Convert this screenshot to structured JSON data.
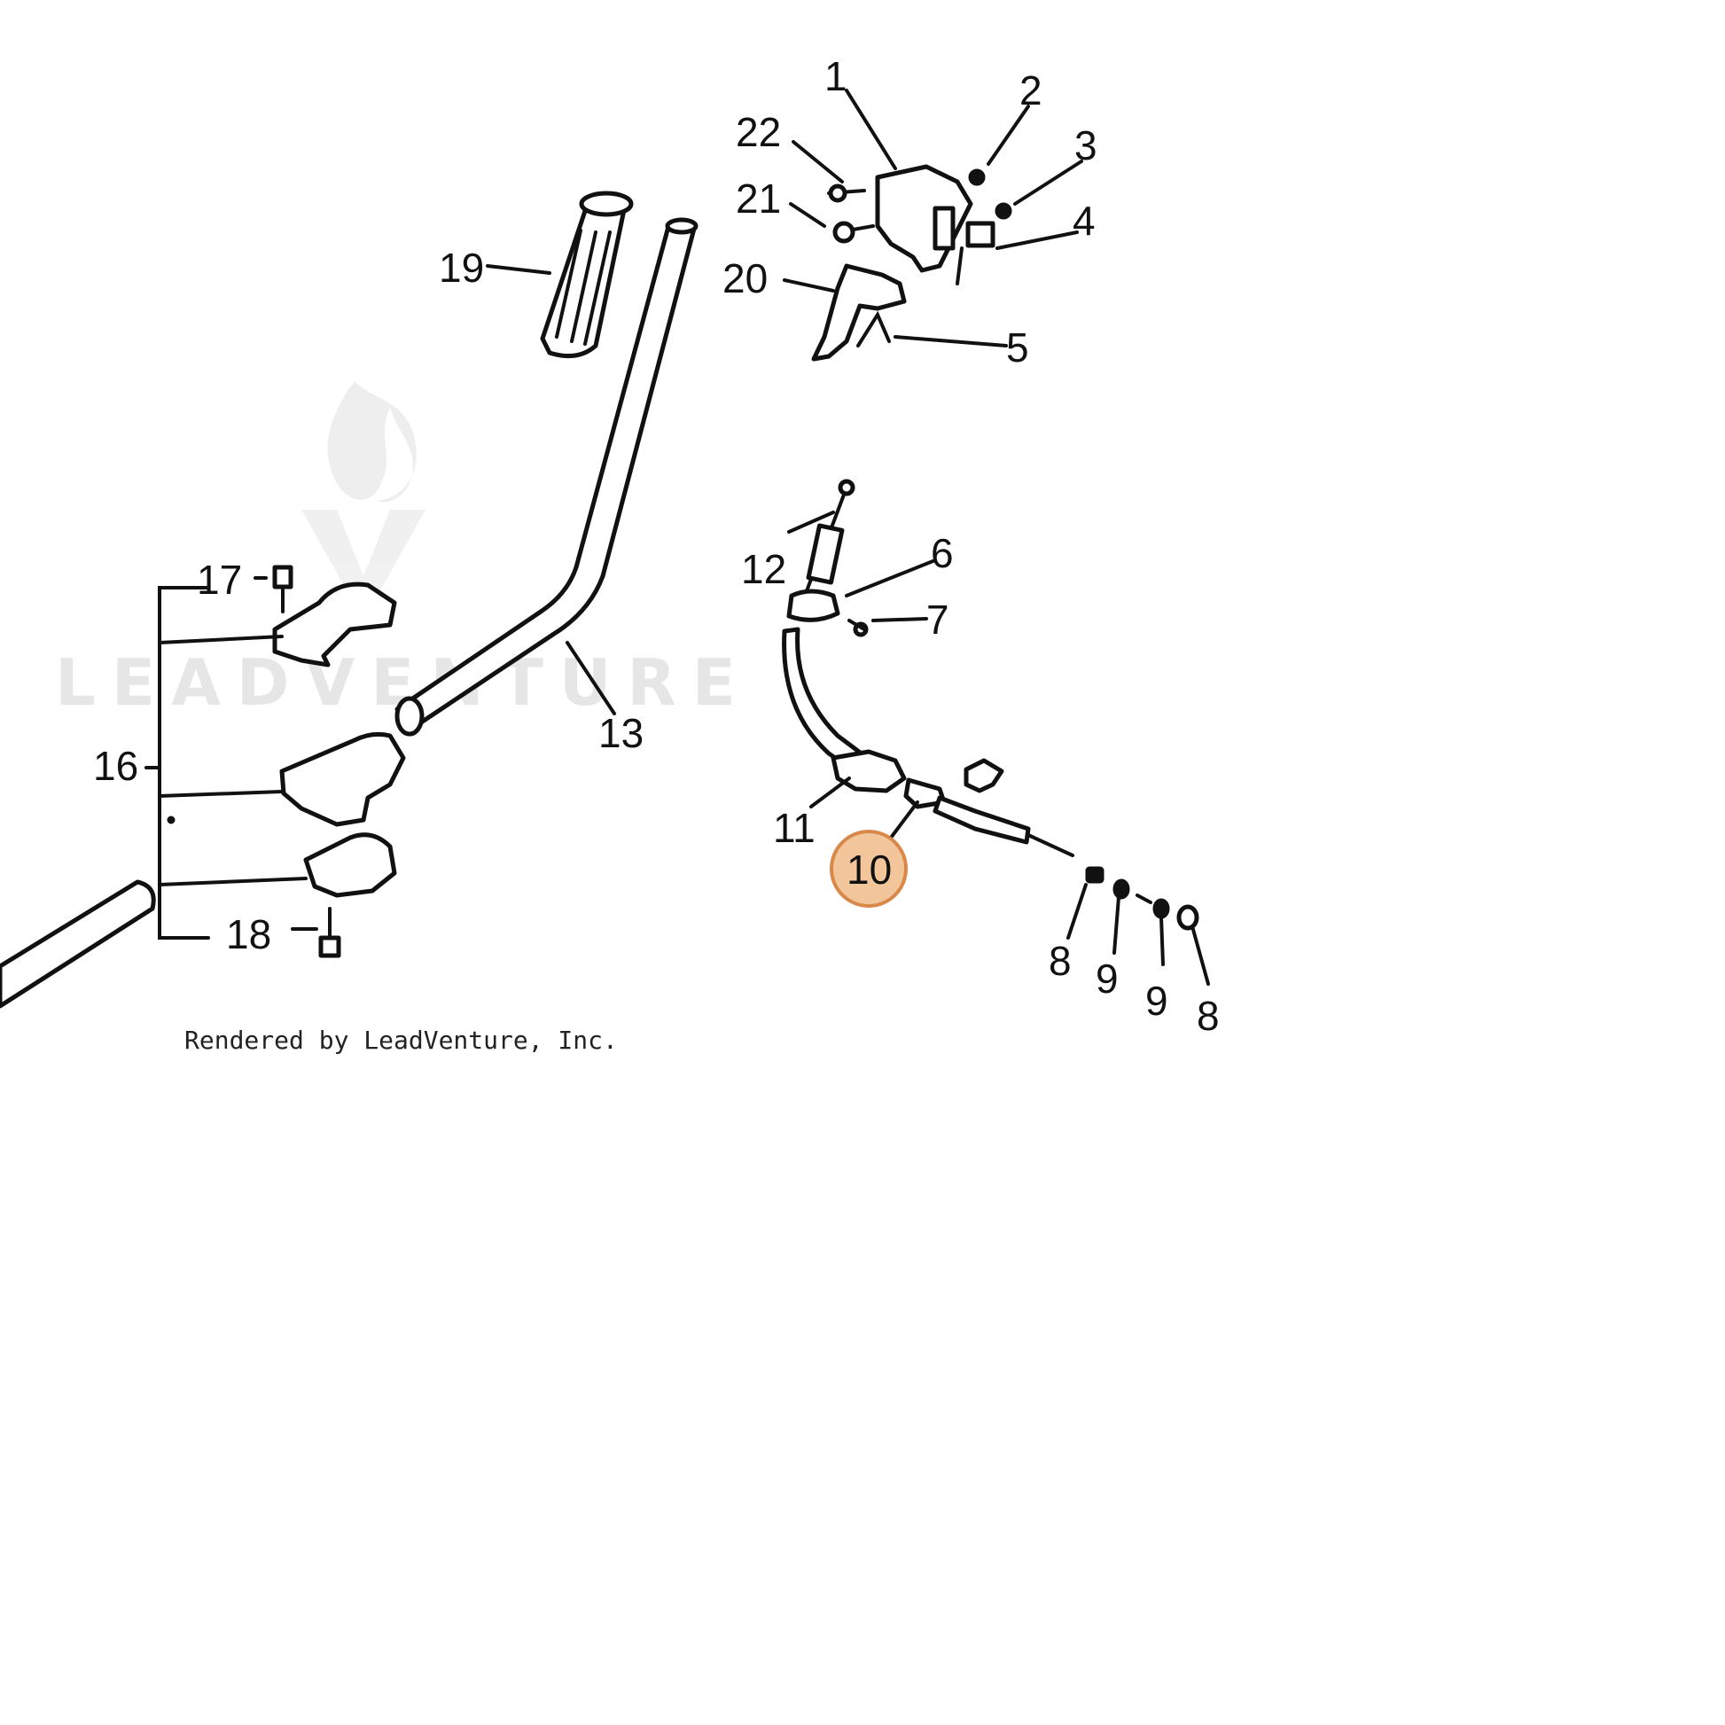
{
  "diagram": {
    "credit": "Rendered by LeadVenture, Inc.",
    "watermark_text": "LEADVENTURE",
    "highlight_color": "#f2c59b",
    "highlight_stroke": "#d8894a",
    "highlighted_label": "10",
    "labels": [
      {
        "id": "1",
        "text": "1"
      },
      {
        "id": "2",
        "text": "2"
      },
      {
        "id": "3",
        "text": "3"
      },
      {
        "id": "4",
        "text": "4"
      },
      {
        "id": "5",
        "text": "5"
      },
      {
        "id": "6",
        "text": "6"
      },
      {
        "id": "7",
        "text": "7"
      },
      {
        "id": "8a",
        "text": "8"
      },
      {
        "id": "8b",
        "text": "8"
      },
      {
        "id": "9a",
        "text": "9"
      },
      {
        "id": "9b",
        "text": "9"
      },
      {
        "id": "10",
        "text": "10"
      },
      {
        "id": "11",
        "text": "11"
      },
      {
        "id": "12",
        "text": "12"
      },
      {
        "id": "13",
        "text": "13"
      },
      {
        "id": "16",
        "text": "16"
      },
      {
        "id": "17",
        "text": "17"
      },
      {
        "id": "18",
        "text": "18"
      },
      {
        "id": "19",
        "text": "19"
      },
      {
        "id": "20",
        "text": "20"
      },
      {
        "id": "21",
        "text": "21"
      },
      {
        "id": "22",
        "text": "22"
      }
    ]
  }
}
